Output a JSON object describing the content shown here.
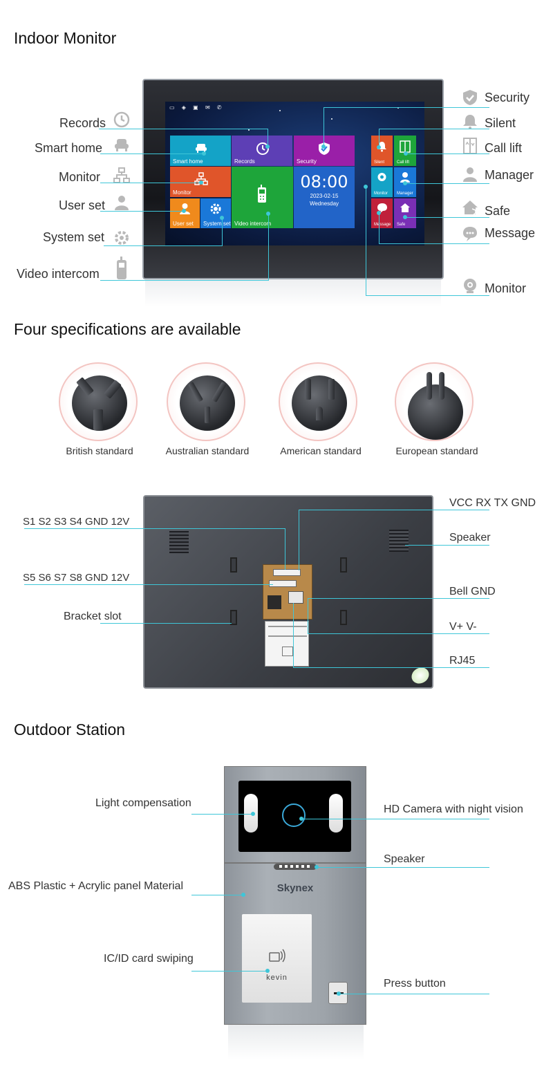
{
  "sections": {
    "indoor_title": "Indoor Monitor",
    "specs_title": "Four specifications are available",
    "outdoor_title": "Outdoor Station"
  },
  "indoor_left_labels": {
    "records": "Records",
    "smart_home": "Smart home",
    "monitor": "Monitor",
    "user_set": "User set",
    "system_set": "System set",
    "video_intercom": "Video intercom"
  },
  "indoor_right_labels": {
    "security": "Security",
    "silent": "Silent",
    "call_lift": "Call lift",
    "manager": "Manager",
    "safe": "Safe",
    "message": "Message",
    "monitor": "Monitor"
  },
  "screen": {
    "tiles": {
      "smart_home": "Smart home",
      "records": "Records",
      "security": "Security",
      "monitor": "Monitor",
      "user_set": "User set",
      "system_set": "System set",
      "video_intercom": "Video intercom",
      "silent": "Silent",
      "call_lift": "Call lift",
      "monitor2": "Monitor",
      "manager": "Manager",
      "message": "Message",
      "safe": "Safe"
    },
    "clock_time": "08:00",
    "clock_date": "2023-02-15",
    "clock_day": "Wednesday",
    "colors": {
      "smart_home": "#14a3c7",
      "records": "#5d3fb5",
      "security": "#9a1fa8",
      "monitor": "#e0552a",
      "video_intercom": "#1ea53a",
      "user_set": "#f08a1c",
      "system_set": "#1a78d8",
      "clock": "#2264c8",
      "silent": "#e0552a",
      "call_lift": "#1ea53a",
      "monitor2": "#14a3c7",
      "manager": "#1a78d8",
      "message": "#c0203a",
      "safe": "#7a2fb5"
    }
  },
  "plugs": [
    {
      "caption": "British standard"
    },
    {
      "caption": "Australian standard"
    },
    {
      "caption": "American standard"
    },
    {
      "caption": "European standard"
    }
  ],
  "back_labels": {
    "s1": "S1 S2 S3 S4 GND 12V",
    "s5": "S5 S6 S7 S8 GND 12V",
    "bracket": "Bracket slot",
    "vcc": "VCC RX TX GND",
    "speaker": "Speaker",
    "bell": "Bell GND",
    "power": "V+ V-",
    "rj45": "RJ45"
  },
  "outdoor_labels": {
    "light": "Light compensation",
    "abs": "ABS Plastic + Acrylic panel Material",
    "card": "IC/ID card swiping",
    "camera": "HD Camera with night vision",
    "speaker": "Speaker",
    "button": "Press button"
  },
  "outdoor_panel": {
    "brand": "Skynex",
    "card_name": "kevin"
  },
  "accent_color": "#3ec6d8"
}
